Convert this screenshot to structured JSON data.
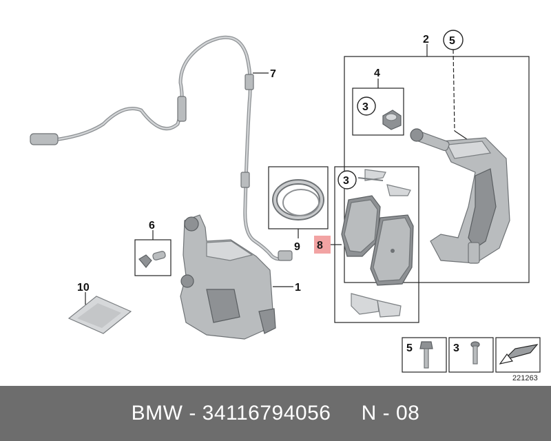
{
  "labels": {
    "caliper": "1",
    "carrier": "2",
    "bolt": "3",
    "bolt_kit": "4",
    "carrier_kit": "5",
    "bleed_kit": "6",
    "wear_sensor": "7",
    "pads": "8",
    "seal_kit": "9",
    "grease": "10"
  },
  "legend": {
    "item_a": "5",
    "item_b": "3"
  },
  "diagram_number": "221263",
  "colors": {
    "highlight": "#f2a3a3",
    "footer_bg": "#6d6d6d"
  },
  "footer": {
    "text": "BMW - 34116794056     N - 08"
  }
}
